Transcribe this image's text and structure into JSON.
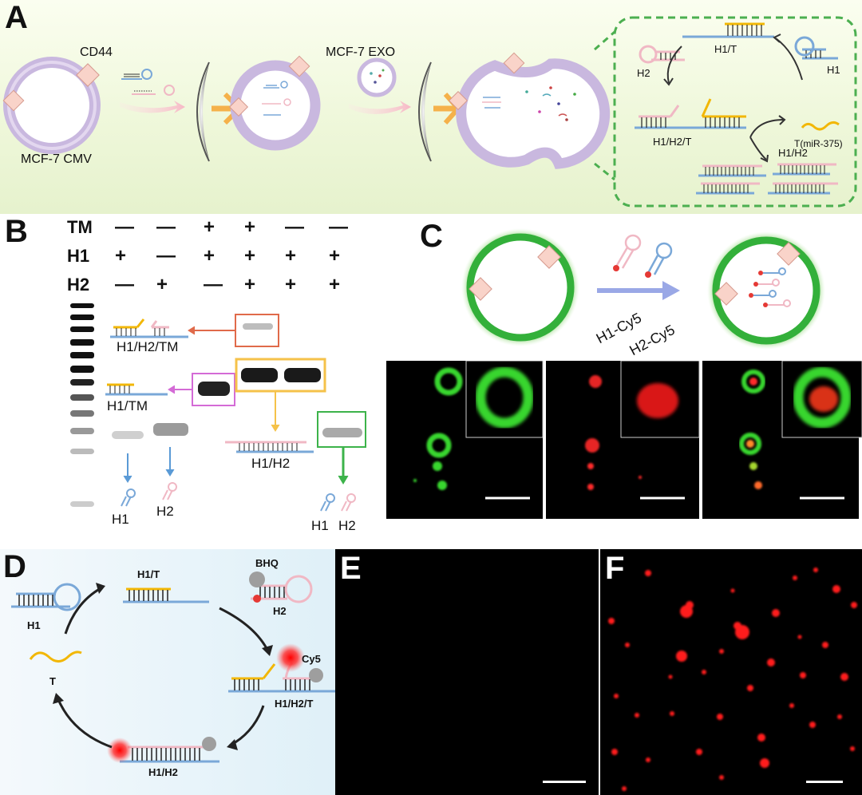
{
  "panels": {
    "a": {
      "letter": "A",
      "cd44": "CD44",
      "mcf7_cmv": "MCF-7 CMV",
      "mcf7_exo": "MCF-7 EXO",
      "h1t": "H1/T",
      "h1": "H1",
      "h2": "H2",
      "h1h2t": "H1/H2/T",
      "target": "T(miR-375)",
      "h1h2": "H1/H2"
    },
    "b": {
      "letter": "B",
      "rows": [
        "TM",
        "H1",
        "H2"
      ],
      "signs": [
        [
          "—",
          "—",
          "+",
          "+",
          "—",
          "—"
        ],
        [
          "+",
          "—",
          "+",
          "+",
          "+",
          "+"
        ],
        [
          "—",
          "+",
          "—",
          "+",
          "+",
          "+"
        ]
      ],
      "h1h2tm": "H1/H2/TM",
      "h1tm": "H1/TM",
      "h1h2": "H1/H2",
      "h1": "H1",
      "h2": "H2",
      "h1b": "H1",
      "h2b": "H2"
    },
    "c": {
      "letter": "C",
      "h1cy5": "H1-Cy5",
      "h2cy5": "H2-Cy5"
    },
    "d": {
      "letter": "D",
      "h1t": "H1/T",
      "bhq": "BHQ",
      "h2": "H2",
      "h1": "H1",
      "cy5": "Cy5",
      "t": "T",
      "h1h2t": "H1/H2/T",
      "h1h2": "H1/H2"
    },
    "e": {
      "letter": "E"
    },
    "f": {
      "letter": "F"
    }
  },
  "colors": {
    "h1_blue": "#7aa8d8",
    "h2_pink": "#f0b8c4",
    "target_yellow": "#f2b705",
    "membrane": "#c9b8df",
    "dashed_green": "#4caf50",
    "green_fluor": "#37d62d",
    "red_fluor": "#ff1a1a"
  }
}
